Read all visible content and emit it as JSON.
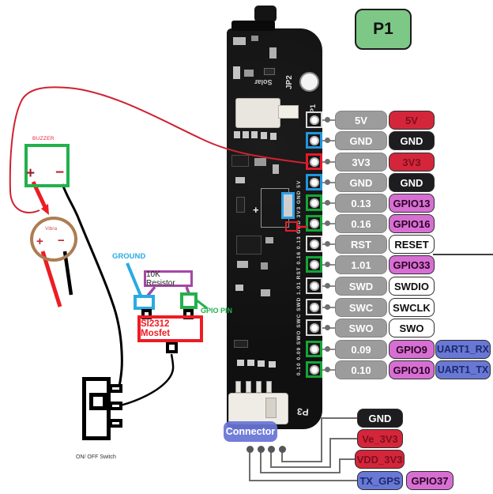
{
  "badge": {
    "label": "P1"
  },
  "pin_header": {
    "rows": [
      {
        "port": "5V",
        "signal": "5V",
        "style": "red",
        "ring": "none"
      },
      {
        "port": "GND",
        "signal": "GND",
        "style": "black",
        "ring": "blue"
      },
      {
        "port": "3V3",
        "signal": "3V3",
        "style": "red",
        "ring": "red"
      },
      {
        "port": "GND",
        "signal": "GND",
        "style": "black",
        "ring": "blue"
      },
      {
        "port": "0.13",
        "signal": "GPIO13",
        "style": "orchid",
        "ring": "green"
      },
      {
        "port": "0.16",
        "signal": "GPIO16",
        "style": "orchid",
        "ring": "green"
      },
      {
        "port": "RST",
        "signal": "RESET",
        "style": "white",
        "ring": "none"
      },
      {
        "port": "1.01",
        "signal": "GPIO33",
        "style": "orchid",
        "ring": "green"
      },
      {
        "port": "SWD",
        "signal": "SWDIO",
        "style": "white",
        "ring": "none"
      },
      {
        "port": "SWC",
        "signal": "SWCLK",
        "style": "white",
        "ring": "none"
      },
      {
        "port": "SWO",
        "signal": "SWO",
        "style": "white",
        "ring": "none"
      },
      {
        "port": "0.09",
        "signal": "GPIO9",
        "style": "orchid",
        "ring": "green",
        "uart": "UART1_RX"
      },
      {
        "port": "0.10",
        "signal": "GPIO10",
        "style": "orchid",
        "ring": "green",
        "uart": "UART1_TX"
      }
    ]
  },
  "bottom_connector": {
    "label": "Connector",
    "pins": [
      {
        "label": "GND",
        "style": "black"
      },
      {
        "label": "Ve_3V3",
        "style": "red"
      },
      {
        "label": "VDD_3V3",
        "style": "red"
      },
      {
        "label": "TX_GPS",
        "style": "blue"
      }
    ],
    "extra_pin": {
      "label": "GPIO37",
      "style": "orchid"
    }
  },
  "board_silkscreen": {
    "jp2": "JP2",
    "solar": "Solar",
    "p1": "P1",
    "p3": "P3",
    "plus_mark": "+",
    "pin_names": "0.10 0.09 SWO SWC SWD 1.01 RST 0.16 0.13 GND 3V3 GND 5V"
  },
  "schematic": {
    "buzzer_label": "BUZZER",
    "vibra_label": "Vibra",
    "ground_label": "GROUND",
    "resistor_label": "10K Resistor",
    "gpio_pin_label": "GPIO PIN",
    "mosfet_label": "SI2312 Mosfet",
    "switch_label": "ON/ OFF Switch",
    "plus": "+",
    "minus": "−"
  },
  "colors": {
    "red_box": "#d4263a",
    "black_box": "#1d1d1f",
    "orchid_box": "#d76fd2",
    "blue_box": "#6978d5",
    "gray_box": "#9c9c9c",
    "badge_green": "#7ec887",
    "sketch_green": "#22b14c",
    "sketch_blue": "#29abe2",
    "sketch_purple": "#a349a4",
    "sketch_red": "#ed1c24",
    "sketch_brown": "#ad7d52"
  }
}
